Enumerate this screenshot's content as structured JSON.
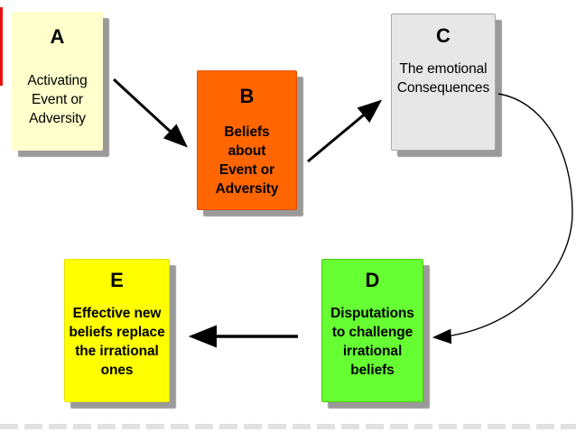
{
  "boxes": {
    "a": {
      "letter": "A",
      "lines": [
        "Activating",
        "Event or",
        "Adversity"
      ],
      "fill": "#FFFFCC"
    },
    "b": {
      "letter": "B",
      "lines": [
        "Beliefs",
        "about",
        "Event or",
        "Adversity"
      ],
      "fill": "#FF6600"
    },
    "c": {
      "letter": "C",
      "lines": [
        "The emotional",
        "Consequences"
      ],
      "fill": "#E7E7E7"
    },
    "d": {
      "letter": "D",
      "lines": [
        "Disputations",
        "to challenge",
        "irrational",
        "beliefs"
      ],
      "fill": "#66FF33"
    },
    "e": {
      "letter": "E",
      "lines": [
        "Effective new",
        "beliefs replace",
        "the irrational",
        "ones"
      ],
      "fill": "#FFFF00"
    }
  },
  "arrows": [
    {
      "name": "arrow-a-to-b",
      "from": "A",
      "to": "B",
      "style": "straight-diagonal"
    },
    {
      "name": "arrow-b-to-c",
      "from": "B",
      "to": "C",
      "style": "straight-diagonal"
    },
    {
      "name": "arrow-c-to-d",
      "from": "C",
      "to": "D",
      "style": "curved"
    },
    {
      "name": "arrow-d-to-e",
      "from": "D",
      "to": "E",
      "style": "straight-horizontal"
    }
  ],
  "colors": {
    "background": "#FFFFFF",
    "text": "#000000",
    "arrow": "#000000",
    "box_shadow": "#9A9A9A",
    "left_edge_marker": "#E81010",
    "bottom_dashes": "#DCDCDC"
  }
}
